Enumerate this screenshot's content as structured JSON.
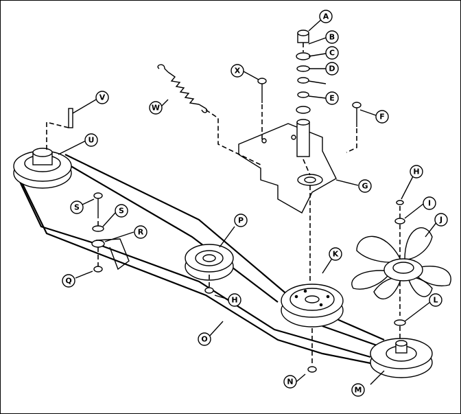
{
  "callouts": {
    "A": "A",
    "B": "B",
    "C": "C",
    "D": "D",
    "E": "E",
    "F": "F",
    "G": "G",
    "H1": "H",
    "H2": "H",
    "I": "I",
    "J": "J",
    "K": "K",
    "L": "L",
    "M": "M",
    "N": "N",
    "O": "O",
    "P": "P",
    "Q": "Q",
    "R": "R",
    "S1": "S",
    "S2": "S",
    "U": "U",
    "V": "V",
    "W": "W",
    "X": "X"
  },
  "colors": {
    "ink": "#000000",
    "paper": "#ffffff"
  }
}
